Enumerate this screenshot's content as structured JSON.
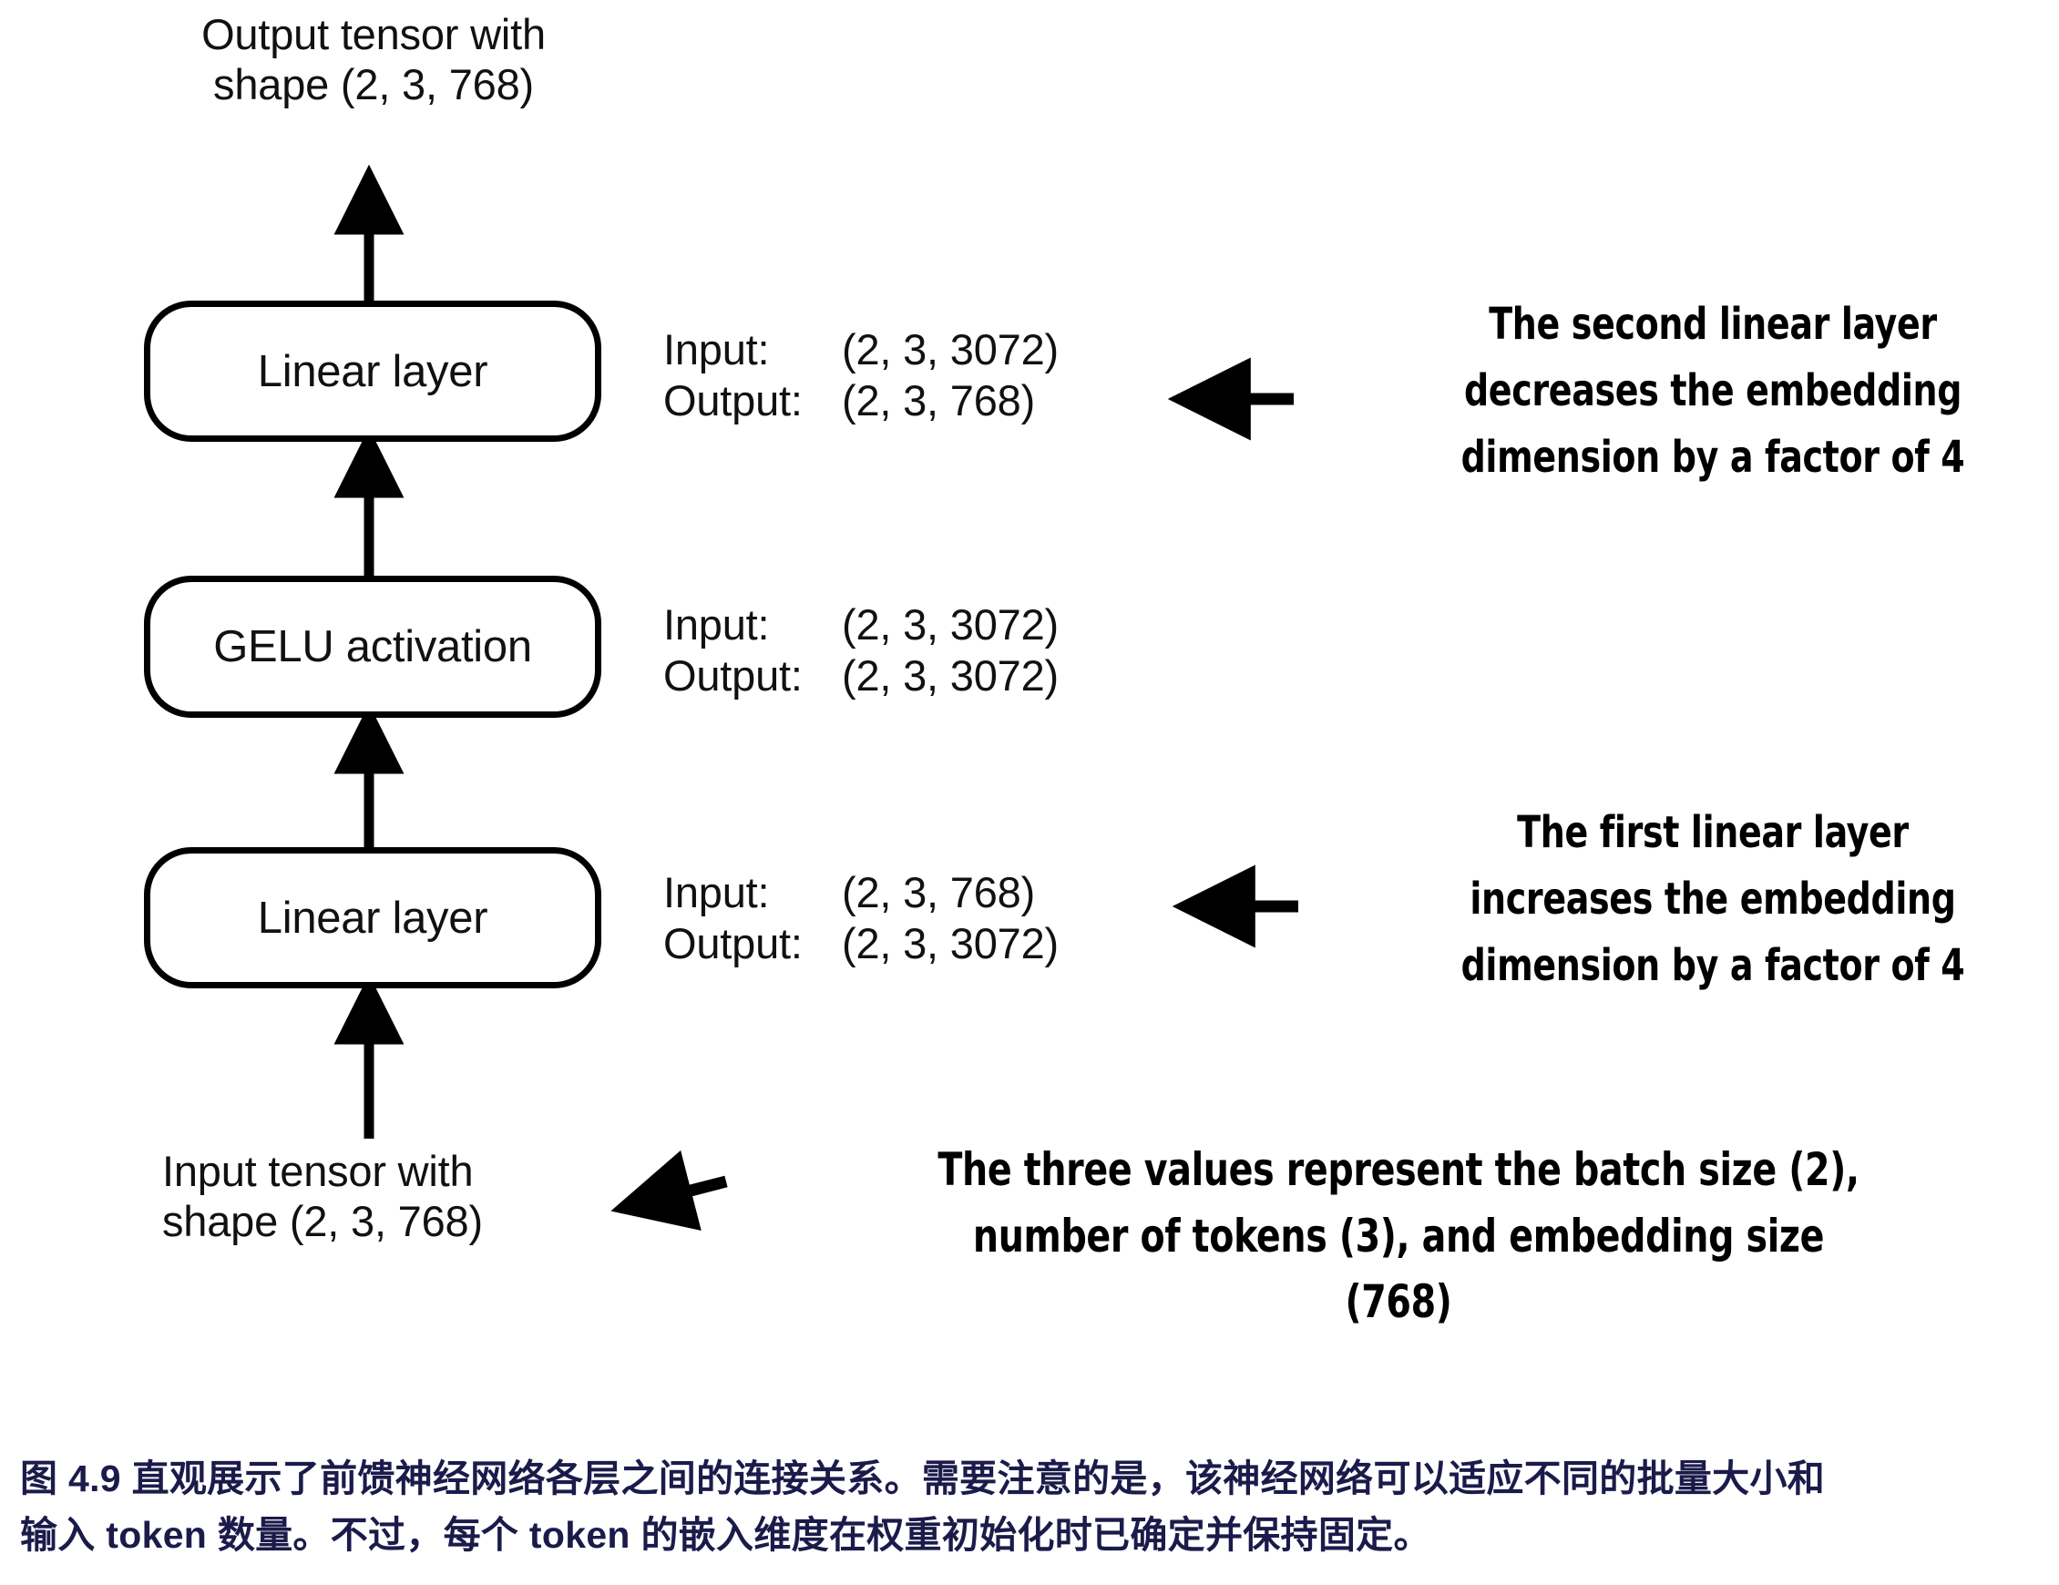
{
  "figure": {
    "top_tensor_label": "Output tensor with\nshape (2, 3, 768)",
    "bottom_tensor_label": "Input tensor with\nshape (2, 3, 768)",
    "nodes": [
      {
        "id": "linear-layer-2",
        "label": "Linear layer"
      },
      {
        "id": "gelu-activation",
        "label": "GELU activation"
      },
      {
        "id": "linear-layer-1",
        "label": "Linear layer"
      }
    ],
    "io_specs": [
      {
        "for": "linear-layer-2",
        "input_key": "Input:",
        "input_value": "(2, 3, 3072)",
        "output_key": "Output:",
        "output_value": "(2, 3, 768)"
      },
      {
        "for": "gelu-activation",
        "input_key": "Input:",
        "input_value": "(2, 3, 3072)",
        "output_key": "Output:",
        "output_value": "(2, 3, 3072)"
      },
      {
        "for": "linear-layer-1",
        "input_key": "Input:",
        "input_value": "(2, 3, 768)",
        "output_key": "Output:",
        "output_value": "(2, 3, 3072)"
      }
    ],
    "annotations": [
      {
        "id": "second-linear-layer-note",
        "lines": [
          "The second linear layer",
          "decreases the embedding",
          "dimension by a factor of 4"
        ]
      },
      {
        "id": "first-linear-layer-note",
        "lines": [
          "The first linear layer",
          "increases the embedding",
          "dimension by a factor of 4"
        ]
      },
      {
        "id": "three-values-note",
        "lines": [
          "The three values represent the batch size (2),",
          "number of tokens (3), and embedding size",
          "(768)"
        ]
      }
    ]
  },
  "caption": {
    "line1": "图 4.9 直观展示了前馈神经网络各层之间的连接关系。需要注意的是，该神经网络可以适应不同的批量大小和",
    "line2": "输入 token 数量。不过，每个 token 的嵌入维度在权重初始化时已确定并保持固定。",
    "color": "#1b1b4b"
  }
}
